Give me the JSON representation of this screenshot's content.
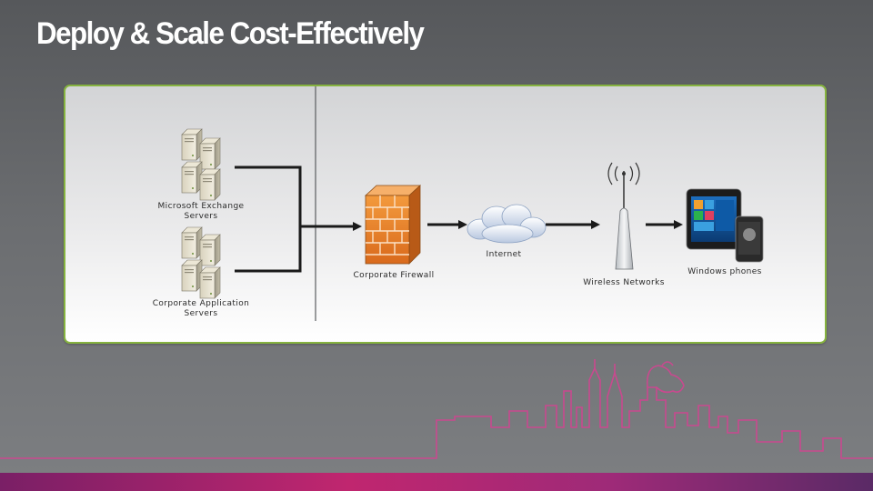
{
  "title": "Deploy & Scale Cost-Effectively",
  "labels": {
    "exchange_line1": "Microsoft Exchange",
    "exchange_line2": "Servers",
    "app_line1": "Corporate Application",
    "app_line2": "Servers",
    "firewall": "Corporate Firewall",
    "internet": "Internet",
    "wireless": "Wireless Networks",
    "phones": "Windows phones"
  },
  "colors": {
    "panel_border": "#86b33f",
    "skyline": "#c9498f",
    "firewall": "#e07a26",
    "connector": "#1a1a1a"
  },
  "icons": [
    "server-cluster-icon",
    "firewall-icon",
    "cloud-icon",
    "antenna-tower-icon",
    "windows-phone-icon"
  ]
}
